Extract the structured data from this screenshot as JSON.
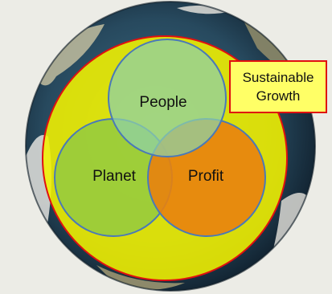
{
  "diagram": {
    "outer_label": [
      "Sustainable",
      "Growth"
    ],
    "circles": {
      "people": "People",
      "planet": "Planet",
      "profit": "Profit"
    }
  },
  "colors": {
    "background": "#ecece6",
    "sustainable_fill": "#f3f300",
    "sustainable_border": "#e01010",
    "people_fill": "#8fd0a6",
    "planet_fill": "#86c64a",
    "profit_fill": "#e8820e",
    "circle_stroke": "#4a79b8"
  }
}
